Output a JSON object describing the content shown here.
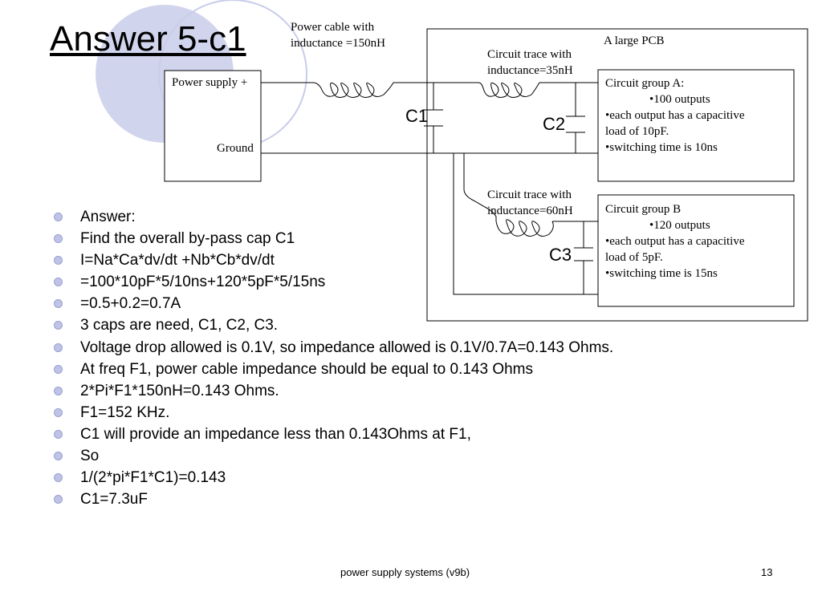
{
  "title": "Answer 5-c1",
  "diagram": {
    "power_cable_label": [
      "Power cable with",
      "inductance =150nH"
    ],
    "pcb_label": "A large PCB",
    "trace_a_label": [
      "Circuit trace with",
      "inductance=35nH"
    ],
    "trace_b_label": [
      "Circuit trace with",
      "inductance=60nH"
    ],
    "power_supply": {
      "plus": "Power supply +",
      "ground": "Ground"
    },
    "caps": [
      "C1",
      "C2",
      "C3"
    ],
    "group_a": {
      "title": "Circuit group A:",
      "items": [
        "•100 outputs",
        "•each output has a capacitive",
        "load of 10pF.",
        "•switching time is 10ns"
      ]
    },
    "group_b": {
      "title": "Circuit group B",
      "items": [
        "•120 outputs",
        "•each output has a capacitive",
        "load of 5pF.",
        "•switching time is 15ns"
      ]
    }
  },
  "bullets": [
    "Answer:",
    "Find the overall by-pass cap C1",
    "I=Na*Ca*dv/dt +Nb*Cb*dv/dt",
    "=100*10pF*5/10ns+120*5pF*5/15ns",
    "=0.5+0.2=0.7A",
    "3 caps are need, C1, C2, C3.",
    "Voltage drop allowed is 0.1V, so impedance allowed is 0.1V/0.7A=0.143 Ohms.",
    "At freq F1, power cable impedance should be equal to 0.143 Ohms",
    "2*Pi*F1*150nH=0.143 Ohms.",
    "F1=152 KHz.",
    "C1 will provide an impedance less than 0.143Ohms at F1,",
    "So",
    "1/(2*pi*F1*C1)=0.143",
    "C1=7.3uF"
  ],
  "footer": {
    "center": "power supply systems (v9b)",
    "page": "13"
  },
  "colors": {
    "deco_circle": "#c9cdea",
    "deco_ring": "#c9cdea",
    "bullet": "#bfc4e6"
  }
}
